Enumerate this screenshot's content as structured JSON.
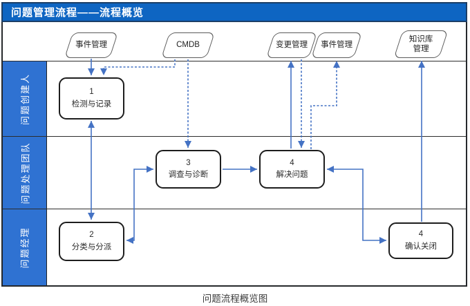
{
  "title_bar": {
    "title": "问题管理流程——流程概览"
  },
  "caption": "问题流程概览图",
  "colors": {
    "title_bar_blue": "#0e65c2",
    "title_bar_border": "#1c3e66",
    "lane_label_blue": "#2f72d2",
    "arrow_blue": "#4472c4",
    "box_border": "#1d1d1d",
    "entity_border": "#5a5a5a"
  },
  "lanes": [
    {
      "label": "问题创建人"
    },
    {
      "label": "问题处理团队"
    },
    {
      "label": "问题经理"
    }
  ],
  "external_entities": [
    {
      "label": "事件管理"
    },
    {
      "label": "CMDB"
    },
    {
      "label": "变更管理"
    },
    {
      "label": "事件管理"
    },
    {
      "label": "知识库\n管理"
    }
  ],
  "steps": [
    {
      "num": "1",
      "label": "检测与记录"
    },
    {
      "num": "2",
      "label": "分类与分派"
    },
    {
      "num": "3",
      "label": "调查与诊断"
    },
    {
      "num": "4",
      "label": "解决问题"
    },
    {
      "num": "4",
      "label": "确认关闭"
    }
  ]
}
